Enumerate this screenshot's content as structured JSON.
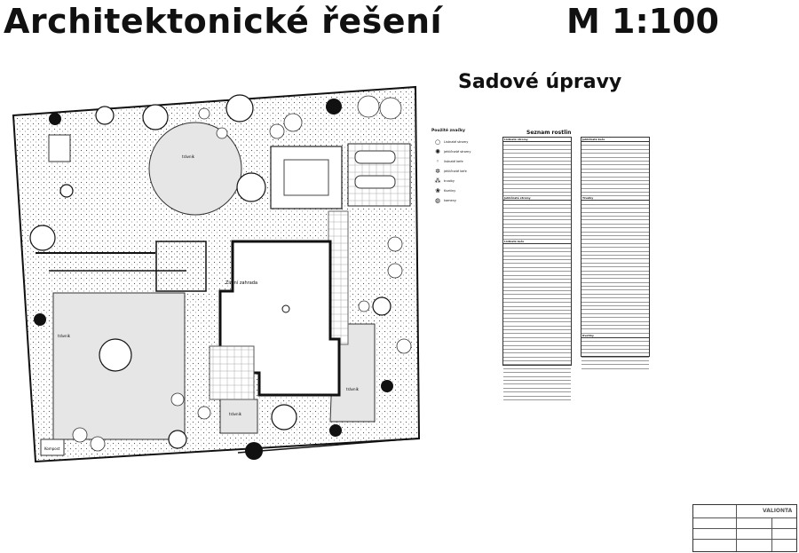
{
  "header": {
    "title": "Architektonické řešení",
    "scale": "M 1:100",
    "subtitle": "Sadové úpravy"
  },
  "legend": {
    "title": "Použité značky",
    "items": [
      {
        "label": "Listnaté stromy",
        "symbol": "deciduous-tree"
      },
      {
        "label": "jehličnaté stromy",
        "symbol": "conifer-tree"
      },
      {
        "label": "listnaté keře",
        "symbol": "deciduous-shrub"
      },
      {
        "label": "jehličnaté keře",
        "symbol": "conifer-shrub"
      },
      {
        "label": "trvalky",
        "symbol": "perennials"
      },
      {
        "label": "Kvetiny",
        "symbol": "flowers"
      },
      {
        "label": "kameny",
        "symbol": "stones"
      }
    ]
  },
  "plan": {
    "labels": {
      "lawn_top": "trávník",
      "lawn_left": "trávník",
      "lawn_right": "trávník",
      "lawn_bottom": "trávník",
      "winter_garden": "Zimní zahrada",
      "compost": "Kompost"
    }
  },
  "plant_list": {
    "title": "Seznam rostlin",
    "sections": [
      {
        "heading": "Listnaté stromy",
        "rows": 14
      },
      {
        "heading": "Jehličnaté stromy",
        "rows": 10
      },
      {
        "heading": "Listnaté keře",
        "rows": 40
      },
      {
        "heading": "Jehličnaté keře",
        "rows": 14
      },
      {
        "heading": "Trvalky",
        "rows": 34
      },
      {
        "heading": "Kvetiny",
        "rows": 8
      }
    ]
  },
  "title_block": {
    "company": "VALIONTA"
  },
  "colors": {
    "ink": "#111111",
    "lawn": "#e6e6e6",
    "paper": "#ffffff"
  }
}
